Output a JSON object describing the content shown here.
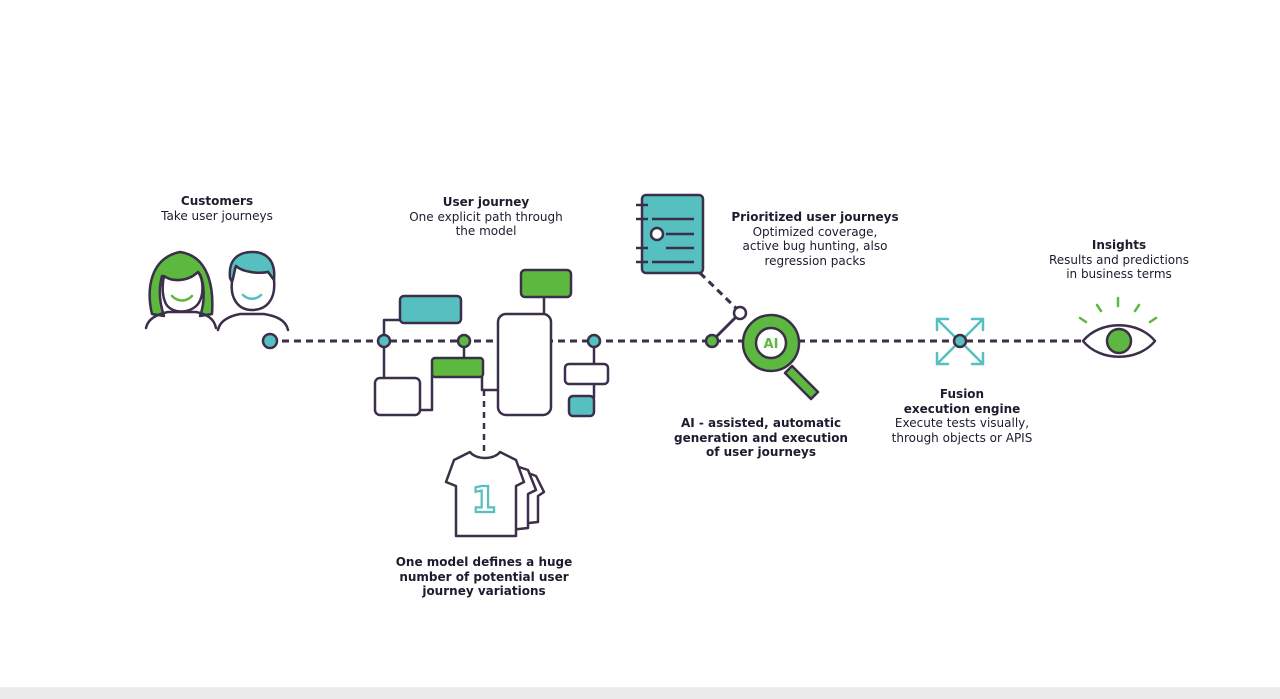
{
  "colors": {
    "ink": "#3b2f4a",
    "green": "#5cb83f",
    "teal": "#55c0bf",
    "text": "#1f1a2e"
  },
  "customers": {
    "title": "Customers",
    "desc": "Take user journeys"
  },
  "user_journey": {
    "title": "User journey",
    "desc_1": "One explicit path through",
    "desc_2": "the model"
  },
  "model": {
    "line_1": "One model defines a huge",
    "line_2": "number of potential user",
    "line_3": "journey variations",
    "shirt_number": "1"
  },
  "prioritized": {
    "title": "Prioritized user journeys",
    "desc_1": "Optimized coverage,",
    "desc_2": "active bug hunting, also",
    "desc_3": "regression packs"
  },
  "ai": {
    "badge": "AI",
    "line_1": "AI - assisted, automatic",
    "line_2": "generation and execution",
    "line_3": "of user journeys"
  },
  "fusion": {
    "title_1": "Fusion",
    "title_2": "execution engine",
    "desc_1": "Execute tests visually,",
    "desc_2": "through objects or APIS"
  },
  "insights": {
    "title": "Insights",
    "desc_1": "Results and predictions",
    "desc_2": "in business terms"
  }
}
